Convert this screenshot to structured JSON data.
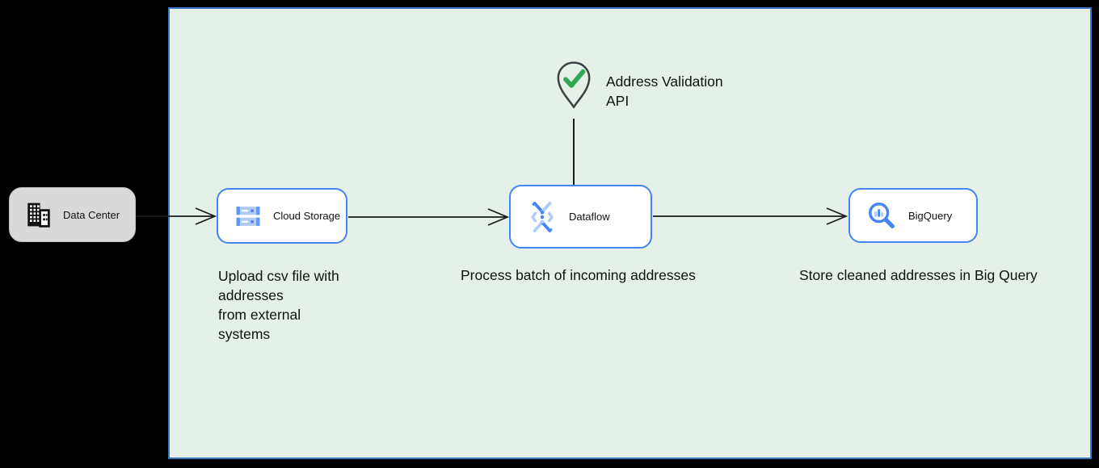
{
  "colors": {
    "canvas_bg": "#000000",
    "panel_bg": "#e4f0e8",
    "panel_border": "#3c78c2",
    "node_bg": "#ffffff",
    "node_border": "#4285f4",
    "datacenter_bg": "#d9d9d9",
    "icon_blue": "#4285f4",
    "icon_light_blue": "#aecbfa",
    "check_green": "#34a853",
    "pin_outline": "#3c4043",
    "connector": "#1a1a1a",
    "text": "#111111"
  },
  "nodes": {
    "data_center": {
      "label": "Data Center",
      "icon": "building-icon"
    },
    "cloud_storage": {
      "label": "Cloud Storage",
      "icon": "cloud-storage-icon"
    },
    "dataflow": {
      "label": "Dataflow",
      "icon": "dataflow-icon"
    },
    "bigquery": {
      "label": "BigQuery",
      "icon": "bigquery-icon"
    }
  },
  "annotations": {
    "address_validation": {
      "icon": "map-pin-check-icon",
      "line1": "Address Validation",
      "line2": "API"
    },
    "upload_caption": {
      "lines": [
        "Upload csv file with",
        "addresses",
        "from external",
        "systems"
      ]
    },
    "process_caption": "Process batch of incoming addresses",
    "store_caption": "Store cleaned addresses in Big Query"
  }
}
